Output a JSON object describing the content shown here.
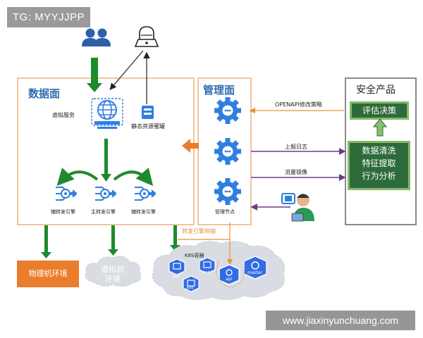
{
  "watermark_top": "TG: MYYJJPP",
  "watermark_bottom": "www.jiaxinyunchuang.com",
  "panels": {
    "data_plane": "数据面",
    "mgmt_plane": "管理面",
    "security": "安全产品"
  },
  "data_plane": {
    "virtual_service": "虚拟服务",
    "static_honeypot": "静态资源蜜罐",
    "aux_engine_left": "辅转发引擎",
    "main_engine": "主转发引擎",
    "aux_engine_right": "辅转发引擎"
  },
  "mgmt_plane": {
    "node_label": "管理节点"
  },
  "security": {
    "decision": "评估决策",
    "analysis": "数据清洗\n特征提取\n行为分析"
  },
  "arrows": {
    "openapi": "OPENAPI修改策略",
    "report_log": "上报日志",
    "traffic_mirror": "流量镜像",
    "scale": "转发引擎伸缩"
  },
  "environments": {
    "physical": "物理机环境",
    "virtual": "虚拟机\n环境"
  },
  "k8s": {
    "label": "K8S容器",
    "pod1": "pod",
    "pod2": "pod",
    "pod3": "pod",
    "api": "api",
    "master": "master"
  },
  "colors": {
    "accent_green": "#1e8a2e",
    "border_orange": "#f2c59a",
    "purple_arrow": "#6a3d8a",
    "node_blue": "#2f7fe0"
  }
}
